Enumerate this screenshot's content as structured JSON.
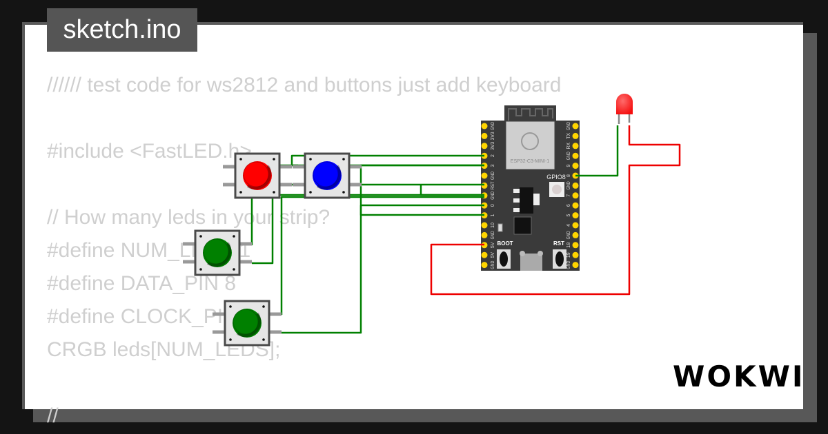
{
  "tab": {
    "title": "sketch.ino"
  },
  "code_lines": [
    "////// test code for ws2812 and buttons just add keyboard",
    "",
    "#include <FastLED.h>",
    "",
    "// How many leds in your strip?",
    "#define NUM_LEDS 1",
    "#define DATA_PIN 8",
    "#define CLOCK_PIN 13",
    "CRGB leds[NUM_LEDS];",
    "",
    "//"
  ],
  "board": {
    "module_label": "ESP32-C3-MINI-1",
    "led_label": "GPIO8",
    "boot_label": "BOOT",
    "rst_label": "RST",
    "left_pins": [
      "GND",
      "3V3",
      "3V3",
      "2",
      "3",
      "GND",
      "RST",
      "GND",
      "0",
      "1",
      "10",
      "GND",
      "5V",
      "5V",
      "GND"
    ],
    "right_pins": [
      "GND",
      "TX",
      "RX",
      "GND",
      "9",
      "8",
      "GND",
      "7",
      "6",
      "5",
      "4",
      "GND",
      "18",
      "19",
      "GND"
    ]
  },
  "buttons": [
    {
      "color": "#ff0000"
    },
    {
      "color": "#0000ff"
    },
    {
      "color": "#008000"
    },
    {
      "color": "#008000"
    }
  ],
  "led": {
    "color": "#ff0000"
  },
  "wire_colors": {
    "signal": "#008000",
    "power": "#ee0000"
  },
  "logo": {
    "text": "WOKWI"
  }
}
